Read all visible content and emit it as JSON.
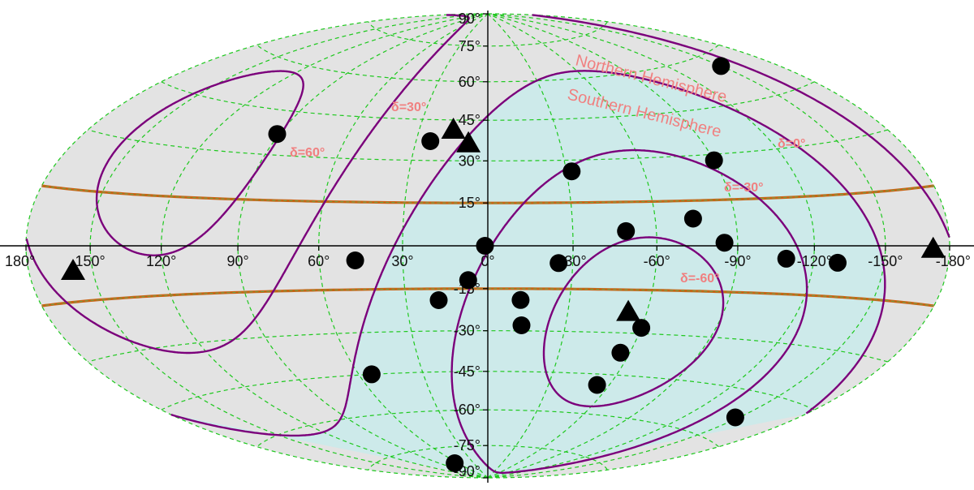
{
  "colors": {
    "southern_fill": "#cdeaea",
    "northern_fill": "#e3e3e3",
    "grid": "#1ec81e",
    "declination_contour": "#7b007b",
    "galactic_band": "#c86414",
    "band_inner": "#6aa84f",
    "label": "#f08080",
    "marker": "#000000",
    "axis": "#000000"
  },
  "axis_labels": {
    "longitude": [
      "180°",
      "150°",
      "120°",
      "90°",
      "60°",
      "30°",
      "0°",
      "-30°",
      "-60°",
      "-90°",
      "-120°",
      "-150°",
      "-180°"
    ],
    "latitude": [
      "90°",
      "75°",
      "60°",
      "45°",
      "30°",
      "15°",
      "-15°",
      "-30°",
      "-45°",
      "-60°",
      "-75°",
      "-90°"
    ]
  },
  "declination_labels": {
    "dec_p60": "δ=60°",
    "dec_p30": "δ=30°",
    "dec_0": "δ=0°",
    "dec_m30": "δ=-30°",
    "dec_m60": "δ=-60°"
  },
  "hemisphere_labels": {
    "north": "Northern Hemisphere",
    "south": "Southern Hemisphere"
  },
  "chart_data": {
    "type": "scatter",
    "projection": "hammer-aitoff",
    "coordinate_system": "galactic",
    "lon_range": [
      180,
      -180
    ],
    "lat_range": [
      -90,
      90
    ],
    "grid": true,
    "galactic_band_lat": [
      15,
      -15
    ],
    "declination_contours": [
      60,
      30,
      0,
      -30,
      -60
    ],
    "series": [
      {
        "marker": "circle",
        "points": [
          {
            "l": 91,
            "b": 37
          },
          {
            "l": 47,
            "b": -5
          },
          {
            "l": 24,
            "b": 37
          },
          {
            "l": 1,
            "b": 0
          },
          {
            "l": -90,
            "b": 28
          },
          {
            "l": -32,
            "b": 26
          },
          {
            "l": -74,
            "b": 9
          },
          {
            "l": -49,
            "b": 5
          },
          {
            "l": -85,
            "b": 1
          },
          {
            "l": -109,
            "b": -4
          },
          {
            "l": -130,
            "b": -5
          },
          {
            "l": -25,
            "b": -6
          },
          {
            "l": 7,
            "b": -12
          },
          {
            "l": 18,
            "b": -19
          },
          {
            "l": -12,
            "b": -19
          },
          {
            "l": -13,
            "b": -28
          },
          {
            "l": -60,
            "b": -28
          },
          {
            "l": -56,
            "b": -37
          },
          {
            "l": -54,
            "b": -49
          },
          {
            "l": 54,
            "b": -45
          },
          {
            "l": -148,
            "b": -53
          },
          {
            "l": -150,
            "b": 56
          },
          {
            "l": 66,
            "b": -82
          }
        ]
      },
      {
        "marker": "triangle",
        "points": [
          {
            "l": 15,
            "b": 41
          },
          {
            "l": 8,
            "b": 36
          },
          {
            "l": 159,
            "b": -7
          },
          {
            "l": -172,
            "b": -1
          },
          {
            "l": -53,
            "b": -23
          }
        ]
      }
    ]
  }
}
